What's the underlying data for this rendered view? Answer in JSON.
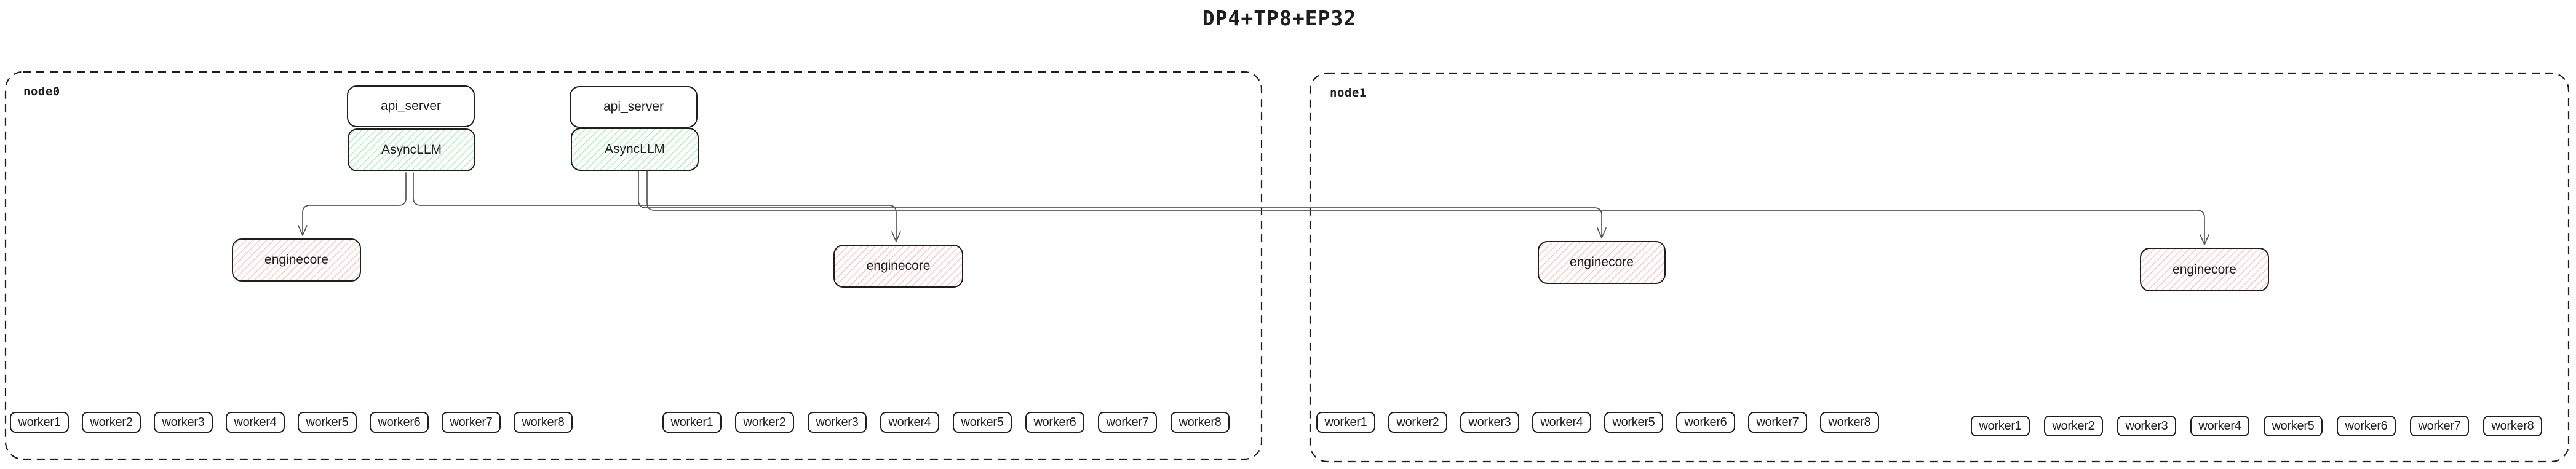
{
  "title": "DP4+TP8+EP32",
  "colors": {
    "background": "#ffffff",
    "border": "#1e1e1e",
    "green_hatch": "#b2f2bb",
    "red_hatch": "#ffc9c9",
    "connector": "#555555"
  },
  "nodes": [
    {
      "label": "node0",
      "server_stacks": [
        {
          "api_server": "api_server",
          "async_llm": "AsyncLLM"
        },
        {
          "api_server": "api_server",
          "async_llm": "AsyncLLM"
        }
      ],
      "enginecores": [
        "enginecore",
        "enginecore"
      ],
      "worker_groups": [
        [
          "worker1",
          "worker2",
          "worker3",
          "worker4",
          "worker5",
          "worker6",
          "worker7",
          "worker8"
        ],
        [
          "worker1",
          "worker2",
          "worker3",
          "worker4",
          "worker5",
          "worker6",
          "worker7",
          "worker8"
        ]
      ]
    },
    {
      "label": "node1",
      "server_stacks": [],
      "enginecores": [
        "enginecore",
        "enginecore"
      ],
      "worker_groups": [
        [
          "worker1",
          "worker2",
          "worker3",
          "worker4",
          "worker5",
          "worker6",
          "worker7",
          "worker8"
        ],
        [
          "worker1",
          "worker2",
          "worker3",
          "worker4",
          "worker5",
          "worker6",
          "worker7",
          "worker8"
        ]
      ]
    }
  ]
}
